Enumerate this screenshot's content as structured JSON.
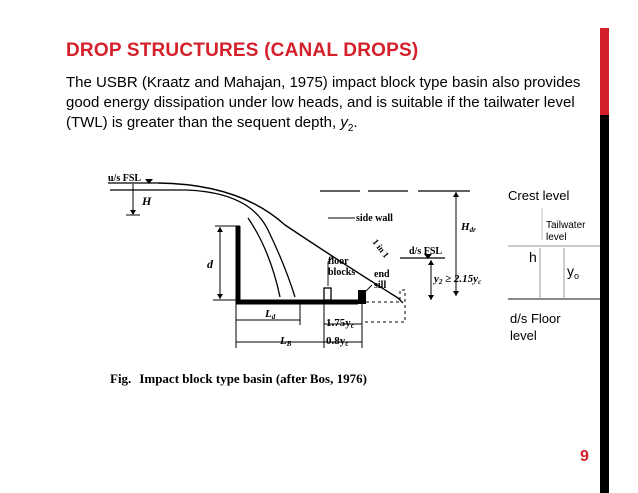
{
  "slide": {
    "title": "DROP STRUCTURES (CANAL DROPS)",
    "paragraph_main": "The USBR (Kraatz and Mahajan, 1975) impact block type basin also provides good energy dissipation under low heads, and is suitable if the tailwater level (TWL) is greater than the sequent depth, ",
    "paragraph_var": "y",
    "paragraph_sub": "2",
    "paragraph_end": ".",
    "page_number": "9",
    "accent_color": "#d4202a"
  },
  "figure": {
    "labels": {
      "us_fsl": "u/s FSL",
      "H": "H",
      "side_wall": "side wall",
      "Hdr_main": "H",
      "Hdr_sub": "dr",
      "slope": "1 in 1",
      "d": "d",
      "floor_blocks_1": "floor",
      "floor_blocks_2": "blocks",
      "ds_fsl": "d/s FSL",
      "end_sill_1": "end",
      "end_sill_2": "sill",
      "y2_text": "y",
      "y2_sub": "2",
      "y2_rel": " ≥ 2.15y",
      "y2_rel_sub": "c",
      "Ld_main": "L",
      "Ld_sub": "d",
      "dim_175_main": "1.75y",
      "dim_175_sub": "c",
      "LB_main": "L",
      "LB_sub": "B",
      "dim_08_main": "0.8y",
      "dim_08_sub": "c"
    },
    "caption_prefix": "Fig.",
    "caption": "Impact block type basin (after Bos, 1976)"
  },
  "side_diagram": {
    "crest_level": "Crest level",
    "tailwater_1": "Tailwater",
    "tailwater_2": "level",
    "h": "h",
    "yo_main": "y",
    "yo_sub": "o",
    "floor_1": "d/s Floor",
    "floor_2": "level"
  }
}
